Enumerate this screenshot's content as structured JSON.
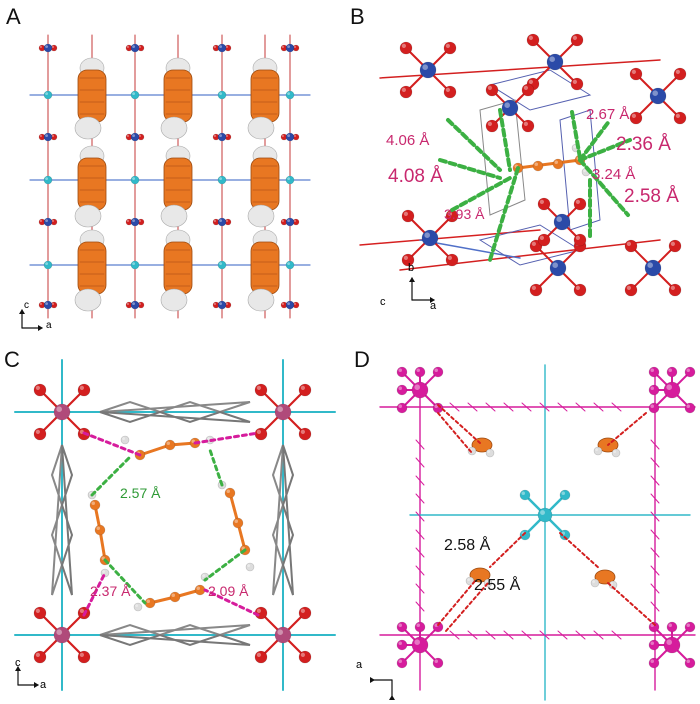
{
  "panels": {
    "A": {
      "label": "A",
      "axes": {
        "vertical": "c",
        "horizontal": "a"
      }
    },
    "B": {
      "label": "B",
      "axes": {
        "vertical": "b",
        "left": "c",
        "right": "a"
      },
      "distances": [
        "4.06 Å",
        "4.08 Å",
        "3.93 Å",
        "2.67 Å",
        "2.36 Å",
        "3.24 Å",
        "2.58 Å"
      ]
    },
    "C": {
      "label": "C",
      "axes": {
        "vertical": "c",
        "horizontal": "a"
      },
      "distances": [
        "2.57 Å",
        "2.37 Å",
        "2.09 Å"
      ]
    },
    "D": {
      "label": "D",
      "axes": {
        "horizontal": "a"
      },
      "distances": [
        "2.58 Å",
        "2.55 Å"
      ]
    }
  },
  "colors": {
    "metal_blue": "#2b4aa8",
    "oxygen_red": "#d31f1f",
    "organic_orange": "#e87722",
    "cyan": "#31b9c9",
    "magenta": "#d61c9c",
    "green_bond": "#3cb043",
    "pink_bond": "#d61c9c",
    "label_pink": "#c8286e",
    "label_green": "#2e9a35"
  }
}
